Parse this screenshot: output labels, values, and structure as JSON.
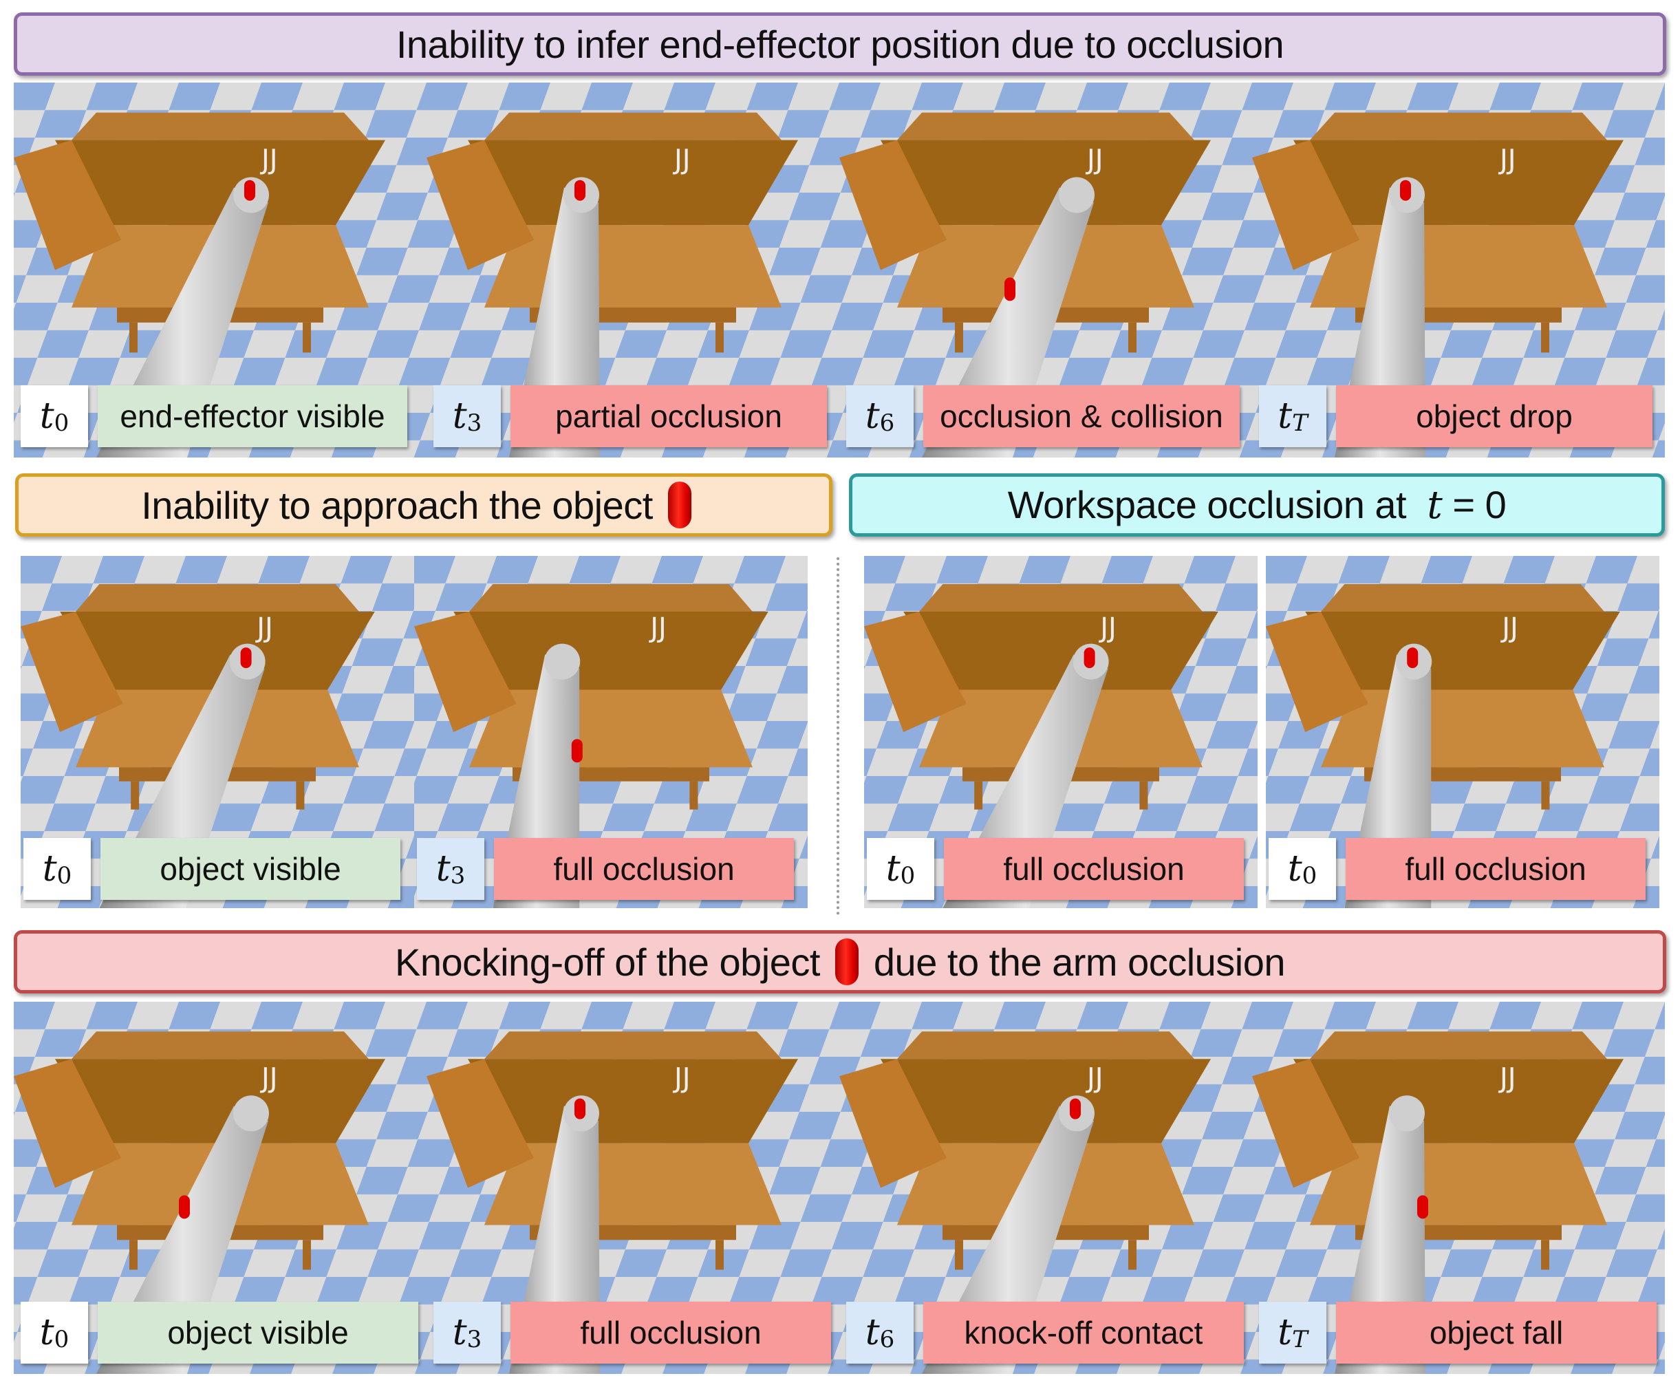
{
  "colors": {
    "purple_fill": "#e3d5ea",
    "purple_border": "#8e6aa8",
    "orange_fill": "#fde5cd",
    "orange_border": "#d9a021",
    "cyan_fill": "#c9faf9",
    "cyan_border": "#2c9a9a",
    "pink_fill": "#f8cccc",
    "pink_border": "#c04a4a",
    "good_label": "#d5e8d4",
    "bad_label": "#f89a9a",
    "floor_blue": "#90aedd",
    "floor_light": "#dcdcdc",
    "cabinet": "#c8893d",
    "object": "#e00000"
  },
  "sections": {
    "s1": {
      "title": "Inability to infer end-effector position due to occlusion",
      "frames": [
        {
          "t": "t",
          "sub": "0",
          "label": "end-effector visible",
          "status": "good"
        },
        {
          "t": "t",
          "sub": "3",
          "label": "partial occlusion",
          "status": "bad"
        },
        {
          "t": "t",
          "sub": "6",
          "label": "occlusion & collision",
          "status": "bad"
        },
        {
          "t": "t",
          "sub": "T",
          "label": "object drop",
          "status": "bad"
        }
      ]
    },
    "s2": {
      "title": "Inability to approach the object",
      "frames": [
        {
          "t": "t",
          "sub": "0",
          "label": "object visible",
          "status": "good"
        },
        {
          "t": "t",
          "sub": "3",
          "label": "full occlusion",
          "status": "bad"
        }
      ]
    },
    "s3": {
      "title_prefix": "Workspace occlusion at",
      "title_var": "t",
      "title_suffix": "= 0",
      "frames": [
        {
          "t": "t",
          "sub": "0",
          "label": "full occlusion",
          "status": "bad"
        },
        {
          "t": "t",
          "sub": "0",
          "label": "full occlusion",
          "status": "bad"
        }
      ]
    },
    "s4": {
      "title_prefix": "Knocking-off of the object",
      "title_suffix": "due to the arm occlusion",
      "frames": [
        {
          "t": "t",
          "sub": "0",
          "label": "object visible",
          "status": "good"
        },
        {
          "t": "t",
          "sub": "3",
          "label": "full occlusion",
          "status": "bad"
        },
        {
          "t": "t",
          "sub": "6",
          "label": "knock-off contact",
          "status": "bad"
        },
        {
          "t": "t",
          "sub": "T",
          "label": "object fall",
          "status": "bad"
        }
      ]
    }
  }
}
